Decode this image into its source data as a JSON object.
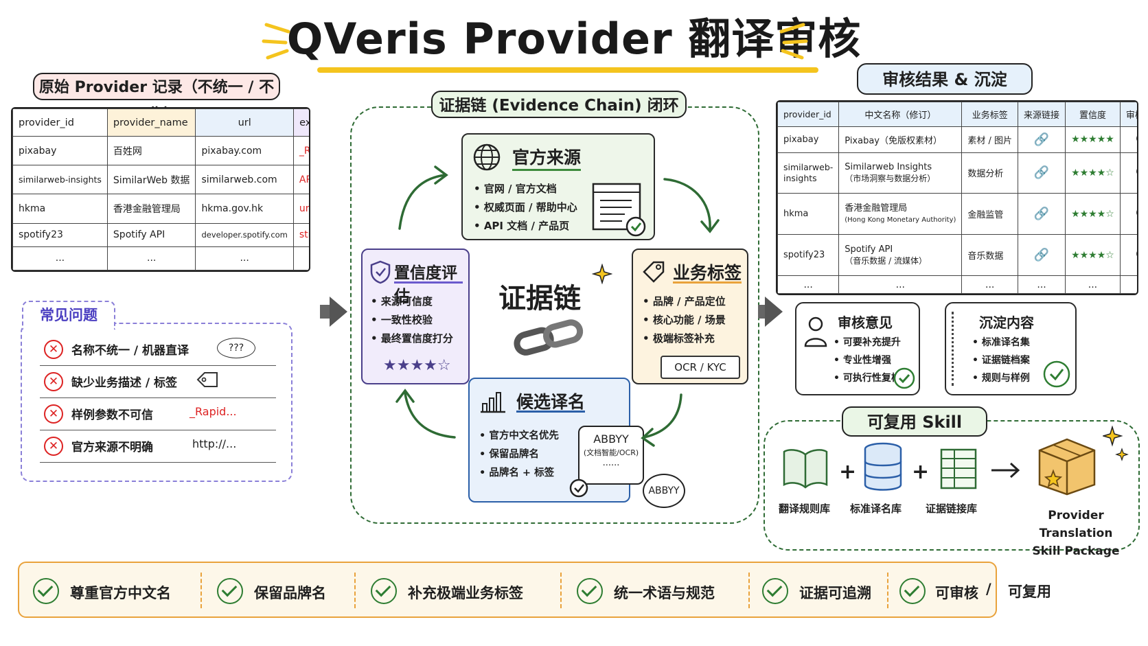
{
  "title": "QVeris Provider 翻译审核",
  "raw": {
    "label": "原始 Provider 记录（不统一 / 不可靠）",
    "columns": [
      "provider_id",
      "provider_name",
      "url",
      "examples"
    ],
    "rows": [
      [
        "pixabay",
        "百姓网",
        "pixabay.com",
        "_Rapid..."
      ],
      [
        "similarweb-insights",
        "SimilarWeb 数据",
        "similarweb.com",
        "API Ref..."
      ],
      [
        "hkma",
        "香港金融管理局",
        "hkma.gov.hk",
        "undefined"
      ],
      [
        "spotify23",
        "Spotify API",
        "developer.spotify.com",
        "string"
      ],
      [
        "...",
        "...",
        "...",
        "..."
      ]
    ]
  },
  "problems": {
    "label": "常见问题",
    "items": [
      {
        "text": "名称不统一 / 机器直译",
        "aux": "???"
      },
      {
        "text": "缺少业务描述 / 标签",
        "aux": ""
      },
      {
        "text": "样例参数不可信",
        "aux": "_Rapid..."
      },
      {
        "text": "官方来源不明确",
        "aux": "http://..."
      }
    ]
  },
  "chain": {
    "label": "证据链 (Evidence Chain) 闭环",
    "center": "证据链",
    "official": {
      "title": "官方来源",
      "items": [
        "官网 / 官方文档",
        "权威页面 / 帮助中心",
        "API 文档 / 产品页"
      ]
    },
    "tags": {
      "title": "业务标签",
      "items": [
        "品牌 / 产品定位",
        "核心功能 / 场景",
        "极端标签补充"
      ],
      "tag": "OCR / KYC"
    },
    "candidate": {
      "title": "候选译名",
      "items": [
        "官方中文名优先",
        "保留品牌名",
        "品牌名 + 标签"
      ],
      "bubble1": "ABBYY",
      "bubble1_sub": "(文档智能/OCR)",
      "bubble1_dots": "......",
      "bubble2": "ABBYY"
    },
    "confidence": {
      "title": "置信度评估",
      "items": [
        "来源可信度",
        "一致性校验",
        "最终置信度打分"
      ],
      "stars": "★★★★☆"
    }
  },
  "results": {
    "label": "审核结果 & 沉淀",
    "columns": [
      "provider_id",
      "中文名称（修订）",
      "业务标签",
      "来源链接",
      "置信度",
      "审核备注"
    ],
    "rows": [
      {
        "id": "pixabay",
        "name": "Pixabay（免版权素材）",
        "name2": "",
        "tag": "素材 / 图片",
        "stars": "★★★★★"
      },
      {
        "id": "similarweb-insights",
        "name": "Similarweb Insights",
        "name2": "（市场洞察与数据分析）",
        "tag": "数据分析",
        "stars": "★★★★☆"
      },
      {
        "id": "hkma",
        "name": "香港金融管理局",
        "name2": "(Hong Kong Monetary Authority)",
        "tag": "金融监管",
        "stars": "★★★★☆"
      },
      {
        "id": "spotify23",
        "name": "Spotify API",
        "name2": "（音乐数据 / 流媒体）",
        "tag": "音乐数据",
        "stars": "★★★★☆"
      },
      {
        "id": "...",
        "name": "...",
        "name2": "",
        "tag": "...",
        "stars": "..."
      }
    ],
    "opinion": {
      "title": "审核意见",
      "items": [
        "可要补充提升",
        "专业性增强",
        "可执行性复核"
      ]
    },
    "deposit": {
      "title": "沉淀内容",
      "items": [
        "标准译名集",
        "证据链档案",
        "规则与样例"
      ]
    }
  },
  "skill": {
    "label": "可复用 Skill",
    "parts": [
      "翻译规则库",
      "标准译名库",
      "证据链接库"
    ],
    "package": "Provider Translation",
    "package2": "Skill Package"
  },
  "principles": [
    "尊重官方中文名",
    "保留品牌名",
    "补充极端业务标签",
    "统一术语与规范",
    "证据可追溯",
    "可审核",
    "/",
    "可复用"
  ]
}
